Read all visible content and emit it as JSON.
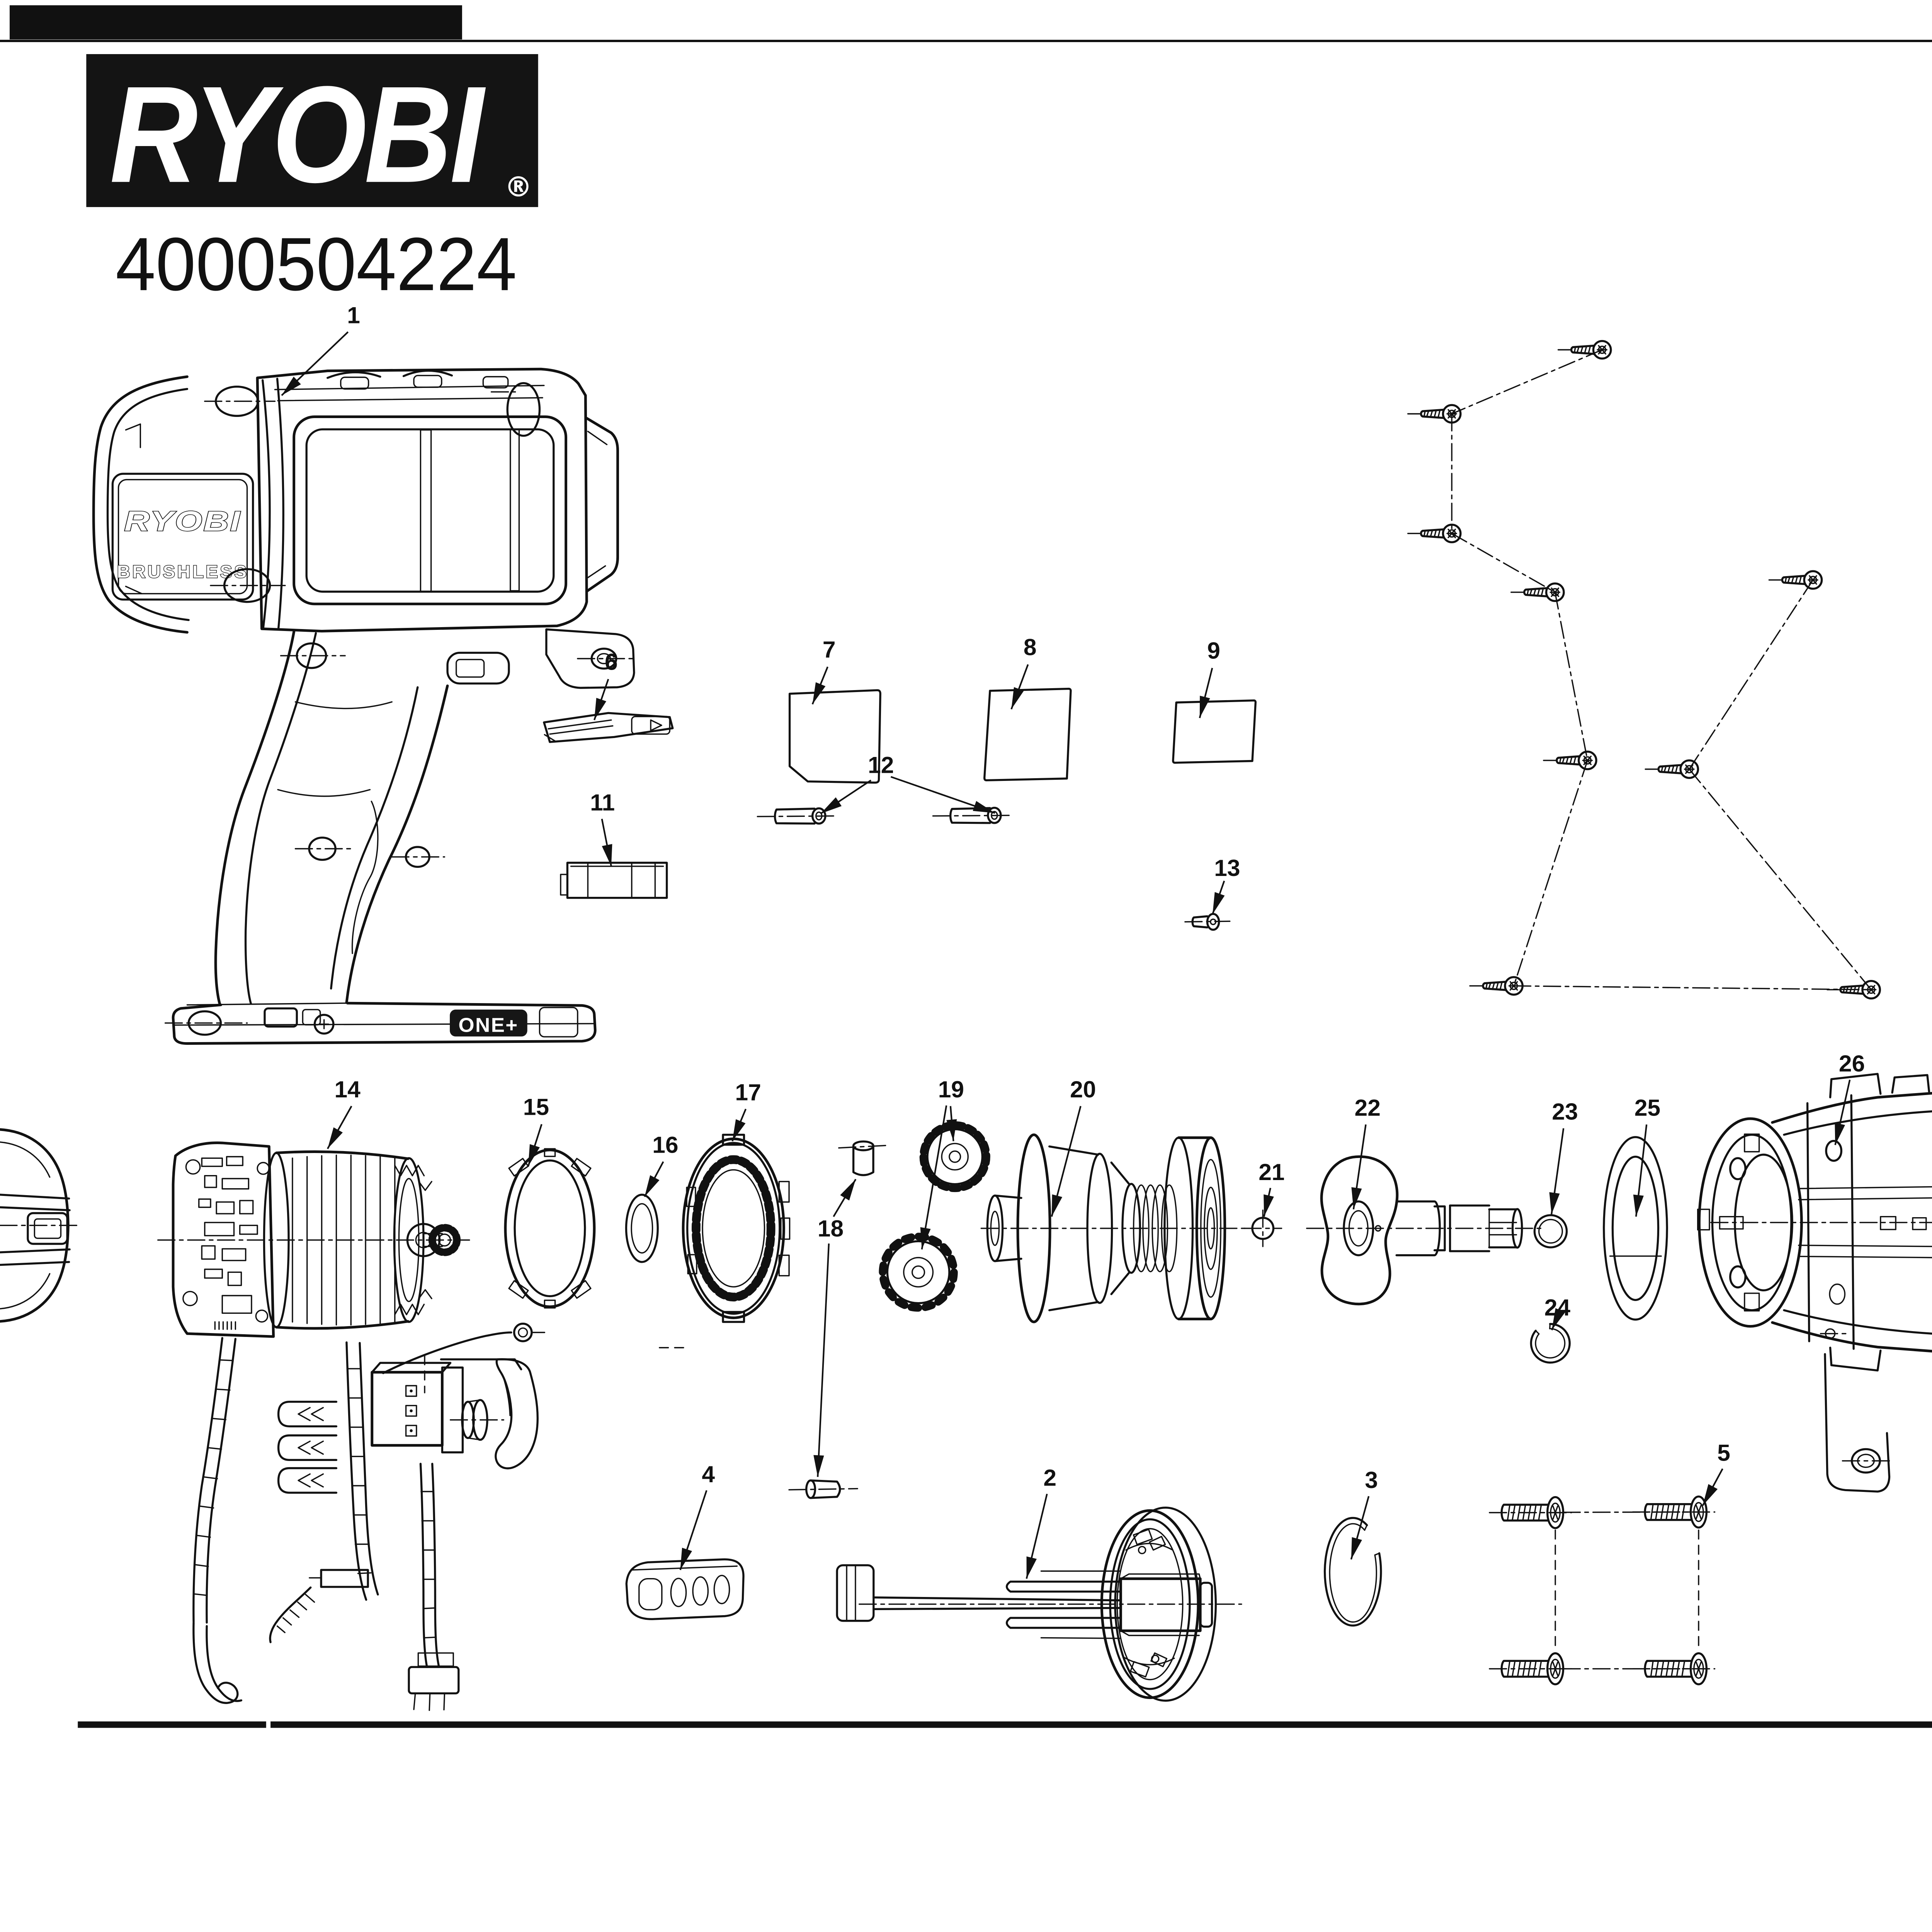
{
  "header": {
    "brand": "RYOBI",
    "registered_mark": "®",
    "product_number": "4000504224"
  },
  "housing_labels": {
    "brand": "RYOBI",
    "motor_type": "BRUSHLESS",
    "battery_system": "ONE+"
  },
  "callouts": {
    "c1": "1",
    "c2": "2",
    "c3": "3",
    "c4": "4",
    "c5": "5",
    "c6": "6",
    "c7": "7",
    "c8": "8",
    "c9": "9",
    "c11": "11",
    "c12": "12",
    "c13": "13",
    "c14": "14",
    "c15": "15",
    "c16": "16",
    "c17": "17",
    "c18": "18",
    "c19": "19",
    "c20": "20",
    "c21": "21",
    "c22": "22",
    "c23": "23",
    "c24": "24",
    "c25": "25",
    "c26": "26"
  },
  "colors": {
    "ink": "#111111",
    "background": "#ffffff"
  }
}
